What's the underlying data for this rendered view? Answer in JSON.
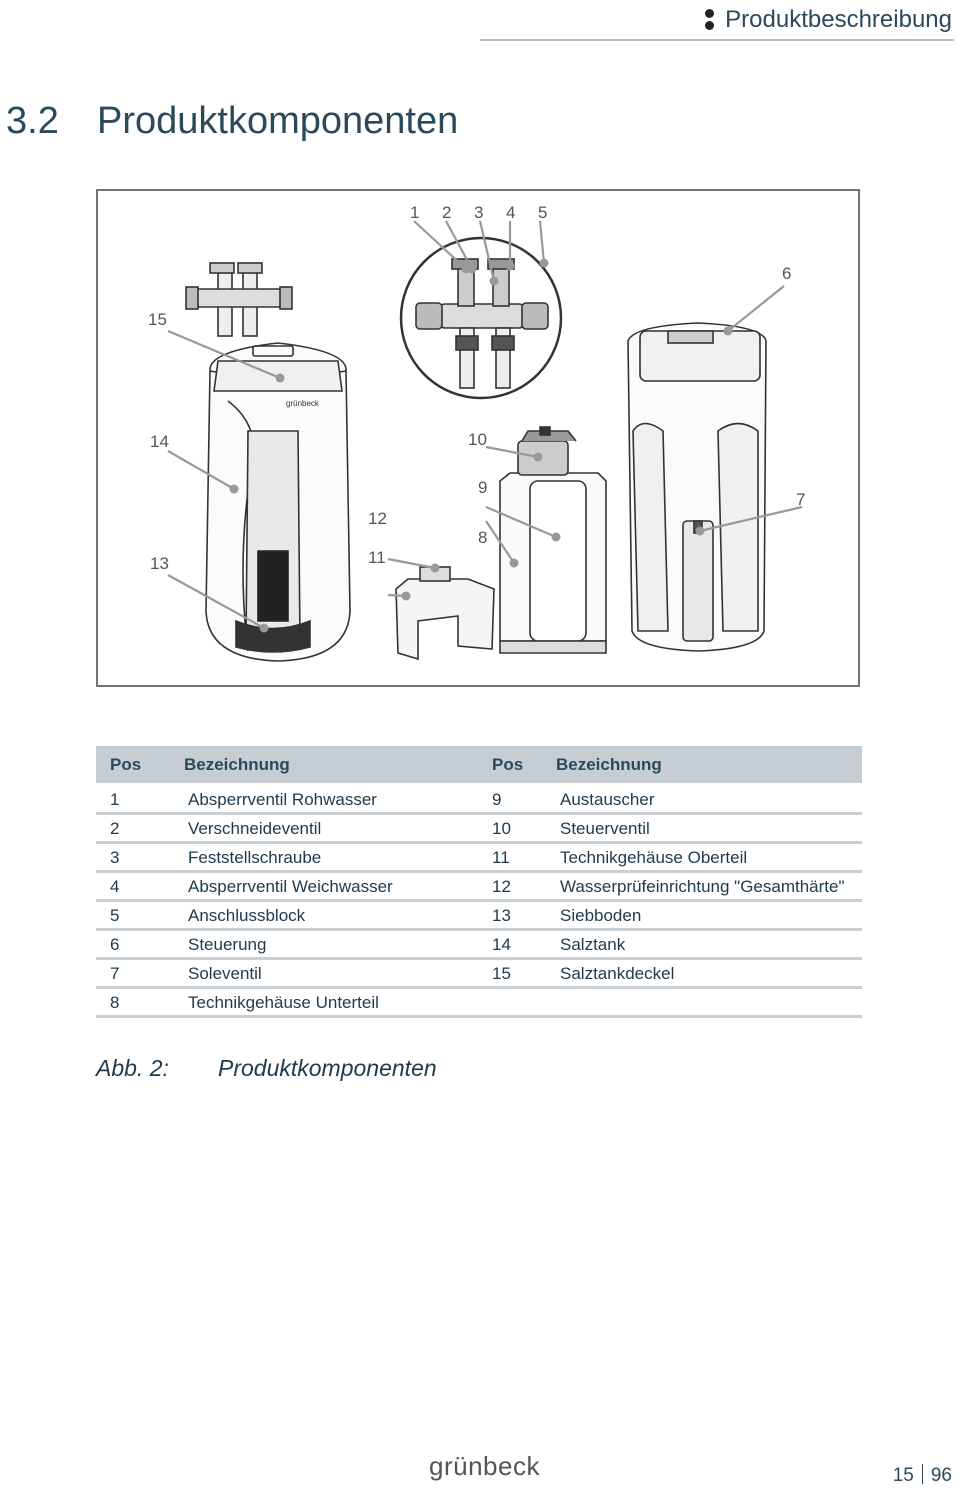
{
  "header": {
    "title": "Produktbeschreibung"
  },
  "section": {
    "number": "3.2",
    "title": "Produktkomponenten"
  },
  "figure": {
    "callouts": [
      "1",
      "2",
      "3",
      "4",
      "5",
      "6",
      "7",
      "8",
      "9",
      "10",
      "11",
      "12",
      "13",
      "14",
      "15"
    ],
    "brand_mark": "grünbeck"
  },
  "table": {
    "headers": [
      "Pos",
      "Bezeichnung",
      "Pos",
      "Bezeichnung"
    ],
    "rows": [
      [
        "1",
        "Absperrventil Rohwasser",
        "9",
        "Austauscher"
      ],
      [
        "2",
        "Verschneideventil",
        "10",
        "Steuerventil"
      ],
      [
        "3",
        "Feststellschraube",
        "11",
        "Technikgehäuse Oberteil"
      ],
      [
        "4",
        "Absperrventil Weichwasser",
        "12",
        "Wasserprüfeinrichtung \"Gesamthärte\""
      ],
      [
        "5",
        "Anschlussblock",
        "13",
        "Siebboden"
      ],
      [
        "6",
        "Steuerung",
        "14",
        "Salztank"
      ],
      [
        "7",
        "Soleventil",
        "15",
        "Salztankdeckel"
      ],
      [
        "8",
        "Technikgehäuse Unterteil",
        "",
        ""
      ]
    ]
  },
  "caption": {
    "label": "Abb. 2:",
    "text": "Produktkomponenten"
  },
  "footer": {
    "logo": "grünbeck",
    "page": "15",
    "total": "96"
  }
}
